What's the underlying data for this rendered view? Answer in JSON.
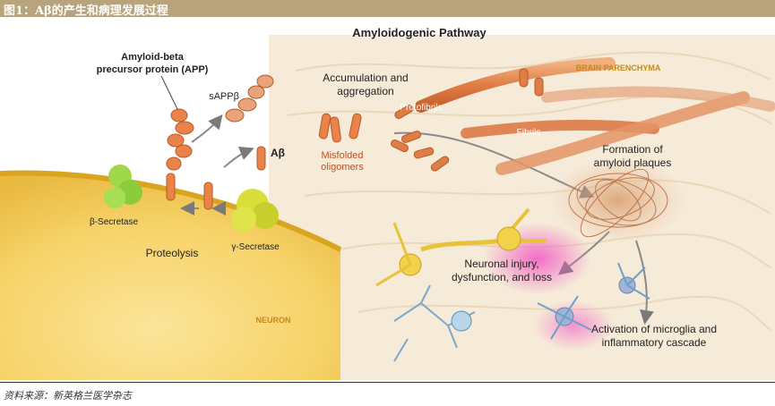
{
  "header": {
    "title": "图1：Aβ的产生和病理发展过程"
  },
  "diagram": {
    "title": "Amyloidogenic Pathway",
    "region_brain": "BRAIN PARENCHYMA",
    "region_neuron": "NEURON",
    "app_line1": "Amyloid-beta",
    "app_line2": "precursor protein (APP)",
    "sapp": "sAPPβ",
    "abeta": "Aβ",
    "beta_secretase": "β-Secretase",
    "gamma_secretase": "γ-Secretase",
    "proteolysis": "Proteolysis",
    "misfolded_line1": "Misfolded",
    "misfolded_line2": "oligomers",
    "accum_line1": "Accumulation and",
    "accum_line2": "aggregation",
    "protofibrils": "Protofibrils",
    "fibrils": "Fibrils",
    "plaques_line1": "Formation of",
    "plaques_line2": "amyloid  plaques",
    "injury_line1": "Neuronal injury,",
    "injury_line2": "dysfunction, and loss",
    "microglia_line1": "Activation of microglia and",
    "microglia_line2": "inflammatory cascade"
  },
  "footer": {
    "source": "资料来源：新英格兰医学杂志"
  }
}
